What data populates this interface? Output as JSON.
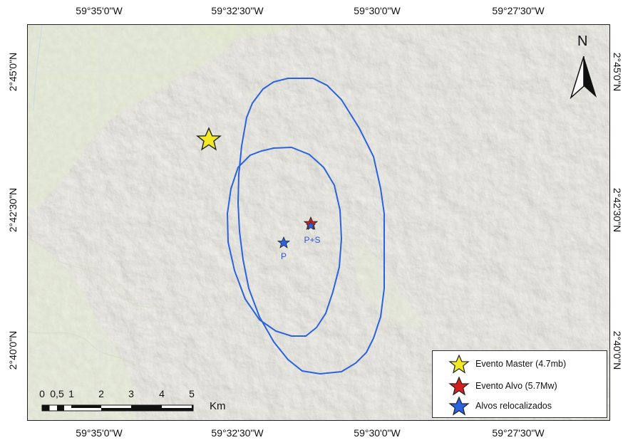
{
  "map": {
    "longitude_labels_top": [
      "59°35'0\"W",
      "59°32'30\"W",
      "59°30'0\"W",
      "59°27'30\"W"
    ],
    "longitude_labels_bottom": [
      "59°35'0\"W",
      "59°32'30\"W",
      "59°30'0\"W",
      "59°27'30\"W"
    ],
    "latitude_labels_left": [
      "2°45'0\"N",
      "2°42'30\"N",
      "2°40'0\"N"
    ],
    "latitude_labels_right": [
      "2°45'0\"N",
      "2°42'30\"N",
      "2°40'0\"N"
    ],
    "north_label": "N",
    "scale_bar": {
      "ticks": [
        "0",
        "0,5",
        "1",
        "2",
        "3",
        "4",
        "5"
      ],
      "unit": "Km"
    },
    "event_labels": {
      "p": "P",
      "p_plus_s": "P+S"
    },
    "legend": [
      {
        "label": "Evento Master (4.7mb)",
        "icon": "star-icon",
        "color": "#f2e824"
      },
      {
        "label": "Evento Alvo (5.7Mw)",
        "icon": "star-icon",
        "color": "#d42020"
      },
      {
        "label": "Alvos relocalizados",
        "icon": "star-icon",
        "color": "#2a63e0"
      }
    ],
    "colors": {
      "ellipse": "#2a63e0",
      "terrain_base": "#f5f4ef",
      "terrain_green": "#dfe8cc",
      "grid": "#e2e2e2"
    }
  }
}
